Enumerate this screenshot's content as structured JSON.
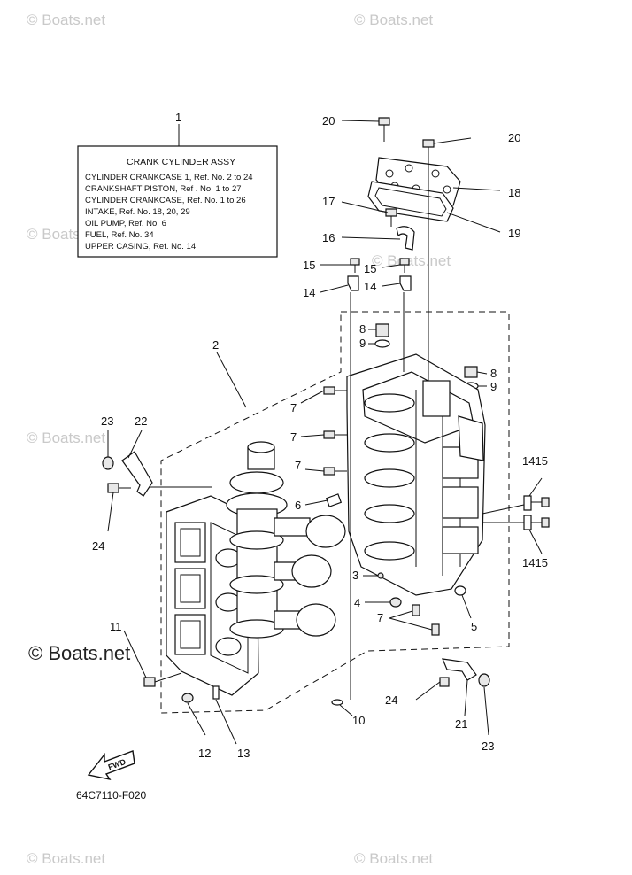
{
  "diagram": {
    "watermark": "© Boats.net",
    "figure_code": "64C7110-F020",
    "fwd_label": "FWD",
    "info_box": {
      "number": "1",
      "title": "CRANK CYLINDER ASSY",
      "lines": [
        "CYLINDER CRANKCASE 1,  Ref. No. 2 to 24",
        "CRANKSHAFT PISTON,  Ref . No. 1 to 27",
        "CYLINDER CRANKCASE,  Ref. No. 1 to 26",
        "INTAKE,  Ref. No. 18, 20, 29",
        "OIL PUMP,  Ref. No. 6",
        "FUEL,  Ref. No. 34",
        "UPPER CASING,  Ref. No. 14"
      ]
    },
    "callouts": {
      "c2": "2",
      "c3": "3",
      "c4": "4",
      "c5": "5",
      "c6": "6",
      "c7a": "7",
      "c7b": "7",
      "c7c": "7",
      "c7d": "7",
      "c8a": "8",
      "c8b": "8",
      "c9a": "9",
      "c9b": "9",
      "c10": "10",
      "c11": "11",
      "c12": "12",
      "c13": "13",
      "c14a": "14",
      "c14b": "14",
      "c15a": "15",
      "c15b": "15",
      "c1415a": "1415",
      "c1415b": "1415",
      "c16": "16",
      "c17": "17",
      "c18": "18",
      "c19": "19",
      "c20a": "20",
      "c20b": "20",
      "c21": "21",
      "c22": "22",
      "c23a": "23",
      "c23b": "23",
      "c24a": "24",
      "c24b": "24"
    }
  }
}
